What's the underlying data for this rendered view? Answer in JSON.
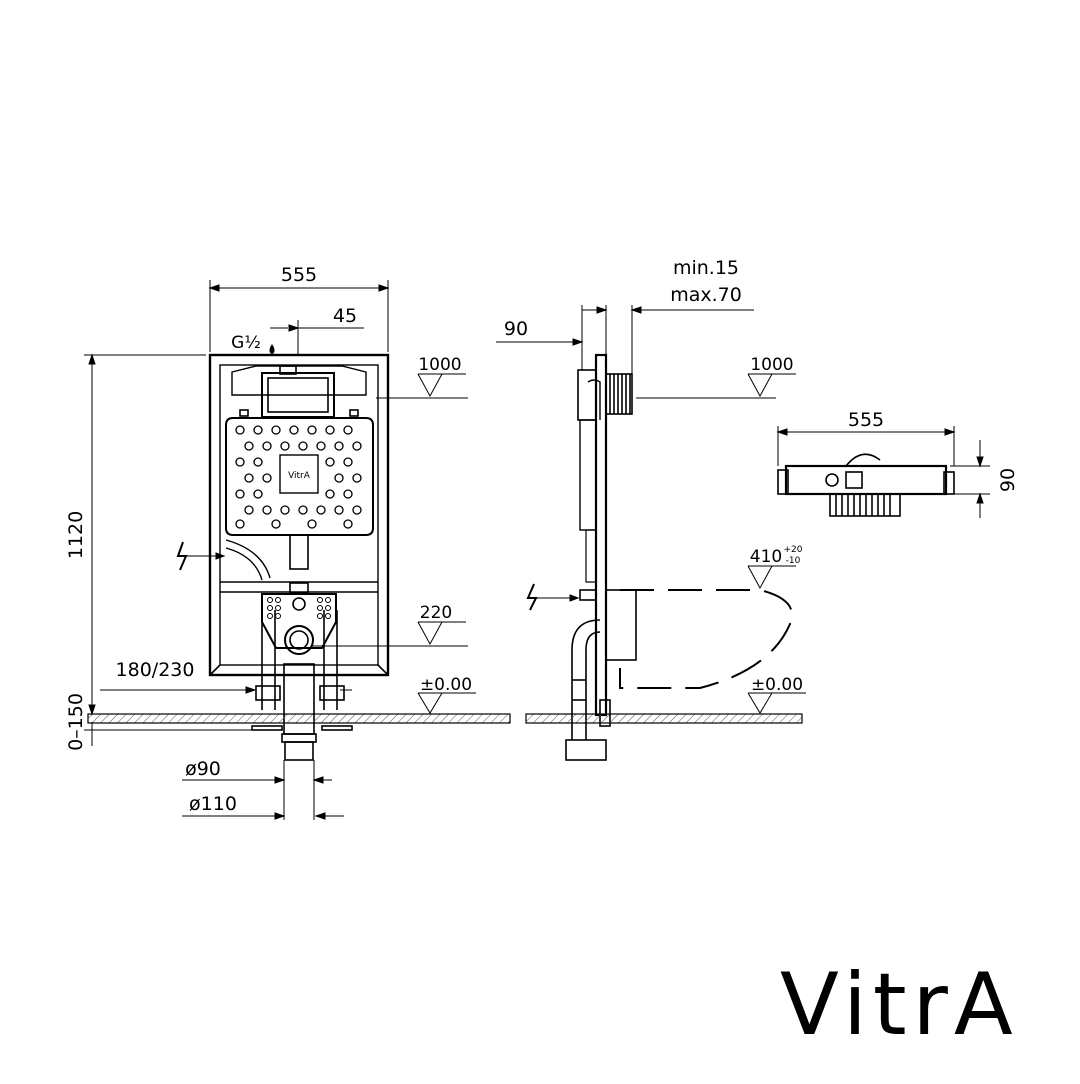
{
  "brand": {
    "logo_text": "VitrA"
  },
  "front_view": {
    "width": "555",
    "offset": "45",
    "inlet_thread": "G½",
    "height": "1120",
    "level_top": "1000",
    "level_outlet": "220",
    "inlet_height": "180/230",
    "floor_level": "±0.00",
    "leg_adjust": "0–150",
    "pipe_d90": "ø90",
    "pipe_d110": "ø110",
    "plate_logo": "VitrA"
  },
  "side_view": {
    "depth": "90",
    "wall_min": "min.15",
    "wall_max": "max.70",
    "level_top": "1000",
    "bowl_height": "410",
    "bowl_tol_plus": "+20",
    "bowl_tol_minus": "-10",
    "floor_level": "±0.00"
  },
  "top_view": {
    "width": "555",
    "depth": "90"
  },
  "colors": {
    "line": "#000000",
    "floor_hatch": "#555555",
    "background": "#ffffff"
  }
}
